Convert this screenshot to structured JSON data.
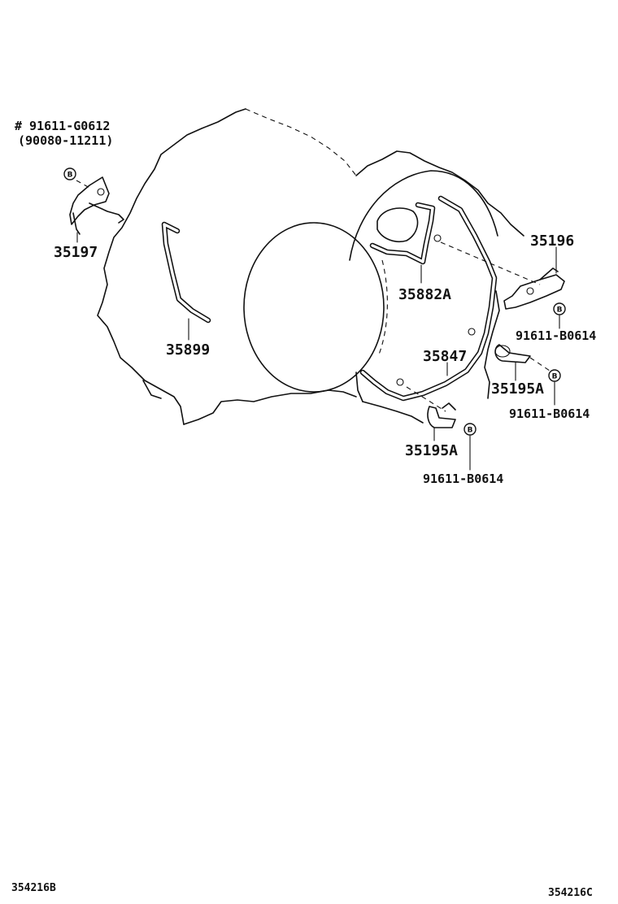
{
  "parts": {
    "p35197": "35197",
    "p35899": "35899",
    "p35882A": "35882A",
    "p35196": "35196",
    "p35847": "35847",
    "p35195A_right": "35195A",
    "p35195A_bottom": "35195A",
    "bolt_top_note": "# 91611-G0612",
    "bolt_top_alt": "(90080-11211)",
    "bolt_b0614_a": "91611-B0614",
    "bolt_b0614_b": "91611-B0614",
    "bolt_b0614_c": "91611-B0614"
  },
  "bolt_marker": "B",
  "codes": {
    "left": "354216B",
    "right": "354216C"
  }
}
